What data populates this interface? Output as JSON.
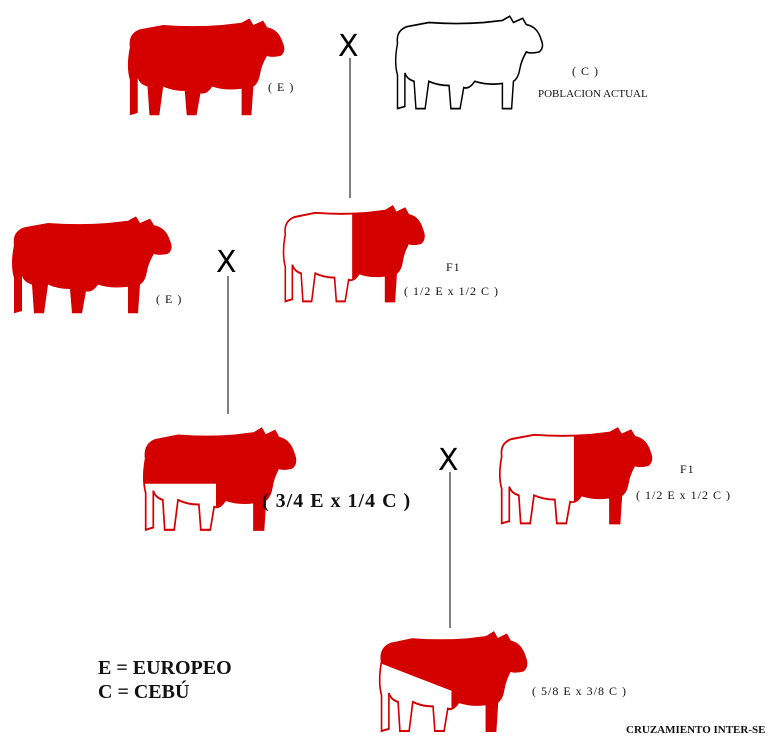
{
  "labels": {
    "e_top": "( E )",
    "c_top": "( C )",
    "poblacion": "POBLACION ACTUAL",
    "e_mid": "( E )",
    "f1_a": "F1",
    "f1_a_ratio": "( 1/2 E x 1/2 C )",
    "three_quarter": "( 3/4 E x 1/4 C )",
    "f1_b": "F1",
    "f1_b_ratio": "( 1/2 E x 1/2 C )",
    "five_eighths": "( 5/8 E x 3/8 C )",
    "footer": "CRUZAMIENTO INTER-SE"
  },
  "legend": {
    "e": "E = EUROPEO",
    "c": "C = CEBÚ"
  },
  "crosses": [
    "X",
    "X",
    "X"
  ],
  "colors": {
    "red": "#d40000",
    "outline": "#000000"
  }
}
